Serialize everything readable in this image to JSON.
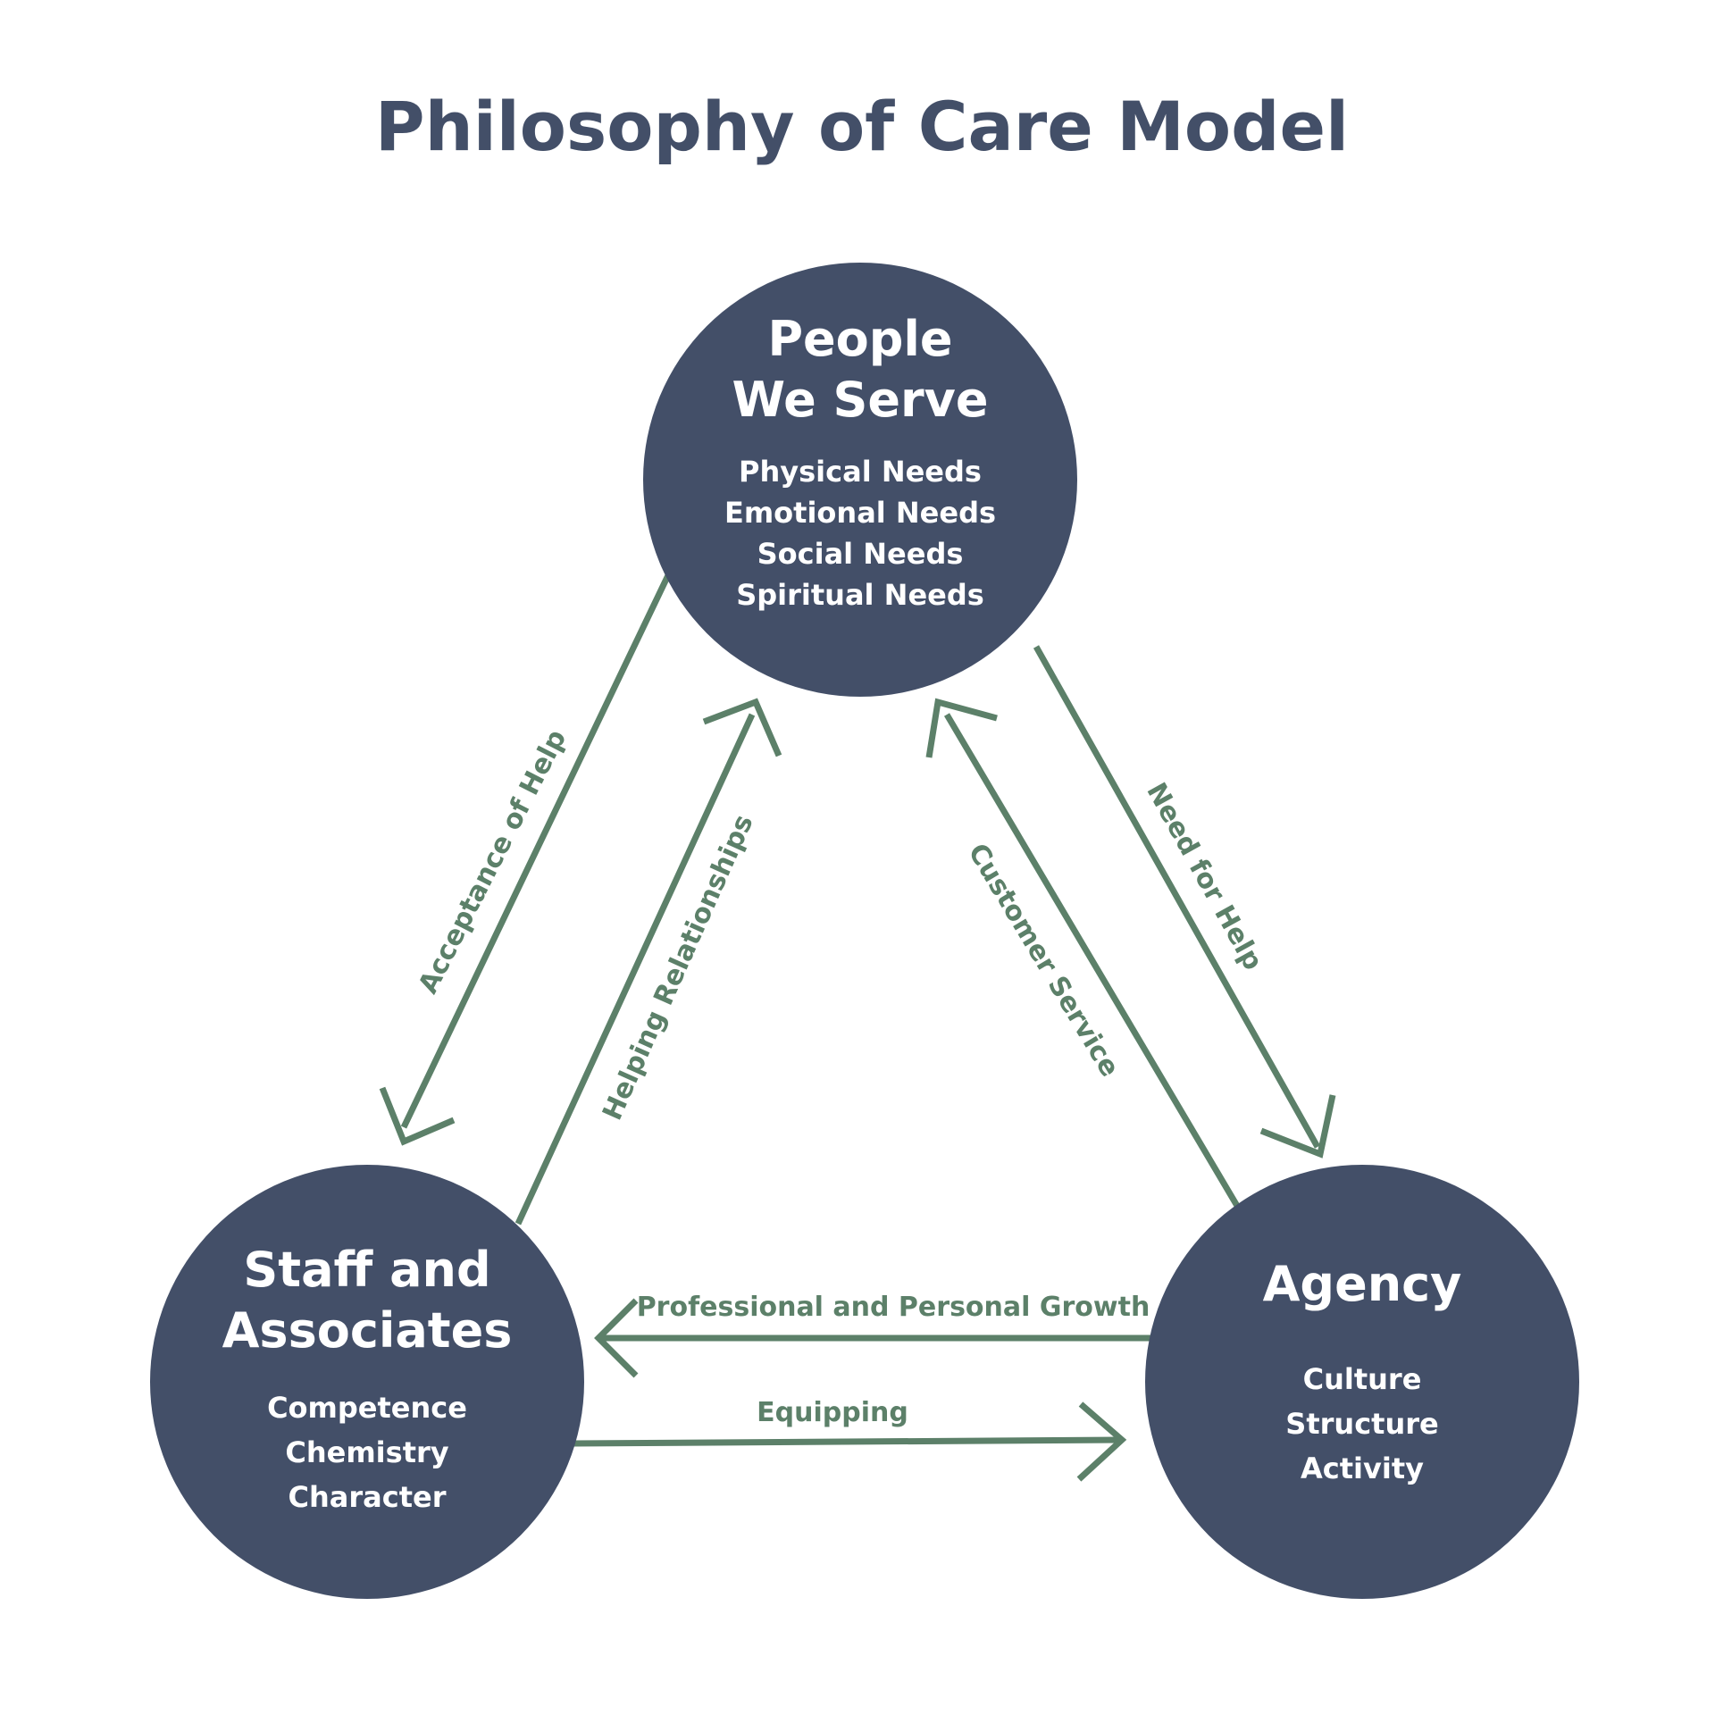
{
  "title": "Philosophy of Care Model",
  "colors": {
    "node": "#434f68",
    "arrow": "#5c8069",
    "title": "#434f68"
  },
  "nodes": {
    "people": {
      "title_lines": [
        "People",
        "We Serve"
      ],
      "items": [
        "Physical Needs",
        "Emotional Needs",
        "Social Needs",
        "Spiritual Needs"
      ]
    },
    "staff": {
      "title_lines": [
        "Staff and",
        "Associates"
      ],
      "items": [
        "Competence",
        "Chemistry",
        "Character"
      ]
    },
    "agency": {
      "title_lines": [
        "Agency"
      ],
      "items": [
        "Culture",
        "Structure",
        "Activity"
      ]
    }
  },
  "edges": {
    "acceptance": {
      "label": "Acceptance of Help",
      "from": "People We Serve",
      "to": "Staff and Associates"
    },
    "helping": {
      "label": "Helping Relationships",
      "from": "Staff and Associates",
      "to": "People We Serve"
    },
    "customer": {
      "label": "Customer Service",
      "from": "Agency",
      "to": "People We Serve"
    },
    "need": {
      "label": "Need for Help",
      "from": "People We Serve",
      "to": "Agency"
    },
    "growth": {
      "label": "Professional and Personal Growth",
      "from": "Agency",
      "to": "Staff and Associates"
    },
    "equipping": {
      "label": "Equipping",
      "from": "Staff and Associates",
      "to": "Agency"
    }
  }
}
